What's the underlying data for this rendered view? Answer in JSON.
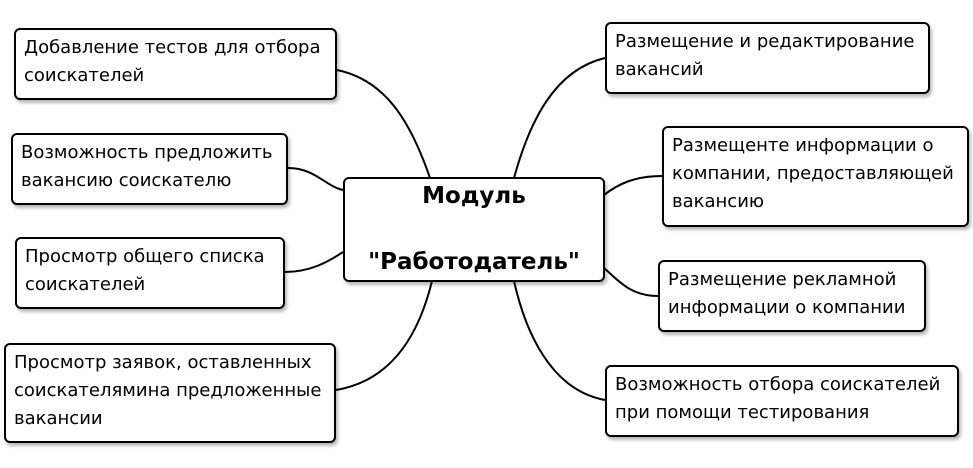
{
  "center": {
    "line1": "Модуль",
    "line2": "\"Работодатель\""
  },
  "left_nodes": [
    "Добавление тестов для отбора\nсоискателей",
    "Возможность предложить\nвакансию соискателю",
    "Просмотр общего списка\nсоискателей",
    "Просмотр заявок, оставленных\nсоискателямина предложенные\nвакансии"
  ],
  "right_nodes": [
    "Размещение и редактирование\nвакансий",
    "Размещенте информации о\nкомпании, предоставляющей\nвакансию",
    "Размещение рекламной\nинформации о компании",
    "Возможность отбора соискателей\nпри помощи тестирования"
  ],
  "colors": {
    "border": "#000000",
    "line": "#000000",
    "background": "#ffffff"
  }
}
